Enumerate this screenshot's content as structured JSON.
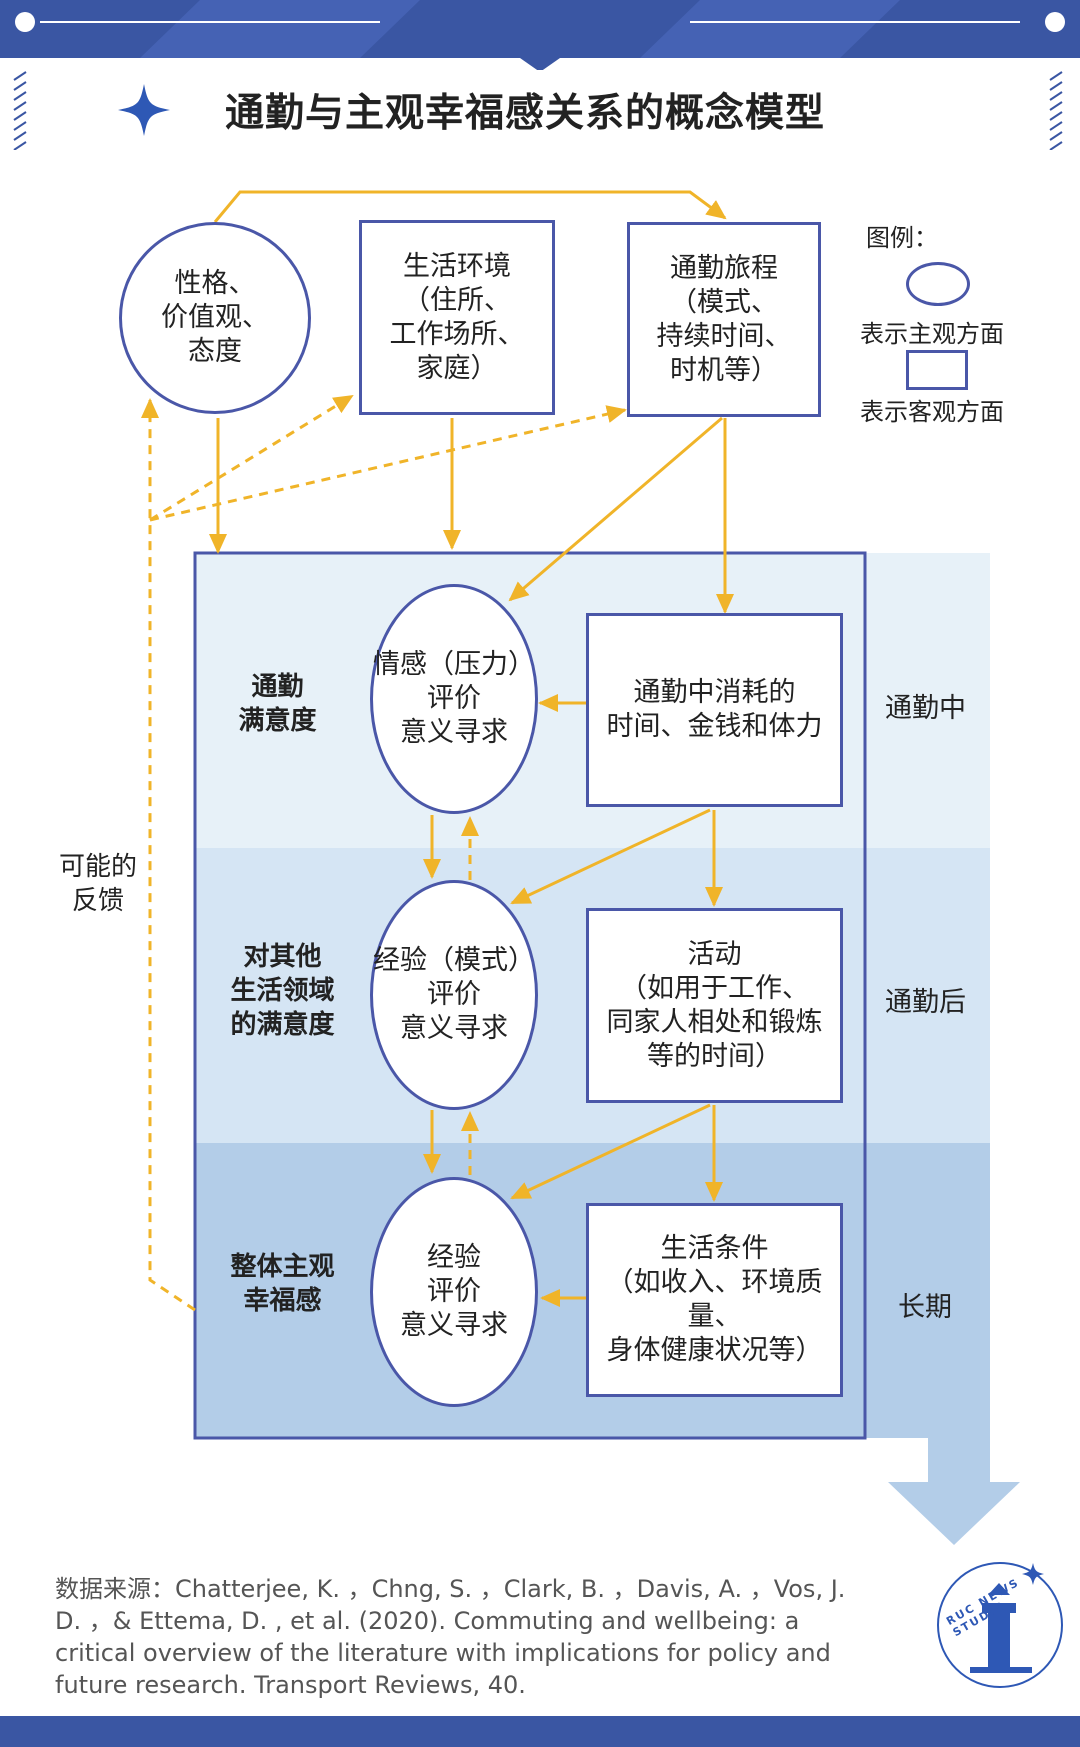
{
  "title": "通勤与主观幸福感关系的概念模型",
  "colors": {
    "frame": "#3a56a3",
    "node_border": "#4a57a8",
    "arrow": "#f0b429",
    "band1": "#e7f1f8",
    "band2": "#d5e5f4",
    "band3": "#b3cde8"
  },
  "nodes": {
    "personality": "性格、\n价值观、\n态度",
    "environment": "生活环境\n（住所、\n工作场所、\n家庭）",
    "journey": "通勤旅程\n（模式、\n持续时间、\n时机等）",
    "emotion": "情感（压力）\n评价\n意义寻求",
    "time_cost": "通勤中消耗的\n时间、金钱和体力",
    "experience_mode": "经验（模式）\n评价\n意义寻求",
    "activities": "活动\n（如用于工作、\n同家人相处和锻炼\n等的时间）",
    "experience": "经验\n评价\n意义寻求",
    "conditions": "生活条件\n（如收入、环境质量、\n身体健康状况等）"
  },
  "row_labels": {
    "commute_satisfaction": "通勤\n满意度",
    "other_domains": "对其他\n生活领域\n的满意度",
    "overall": "整体主观\n幸福感"
  },
  "phase_labels": {
    "during": "通勤中",
    "after": "通勤后",
    "long_term": "长期"
  },
  "feedback_label": "可能的\n反馈",
  "legend": {
    "title": "图例：",
    "subjective": "表示主观方面",
    "objective": "表示客观方面"
  },
  "source": "数据来源：Chatterjee, K. ，Chng, S. ，Clark, B. ，Davis, A. ，Vos, J. D. ，& Ettema, D. , et al. (2020). Commuting and wellbeing: a critical overview of the literature with implications for policy and future research. Transport Reviews, 40.",
  "logo_text": "RUC NEWS STUDIO"
}
